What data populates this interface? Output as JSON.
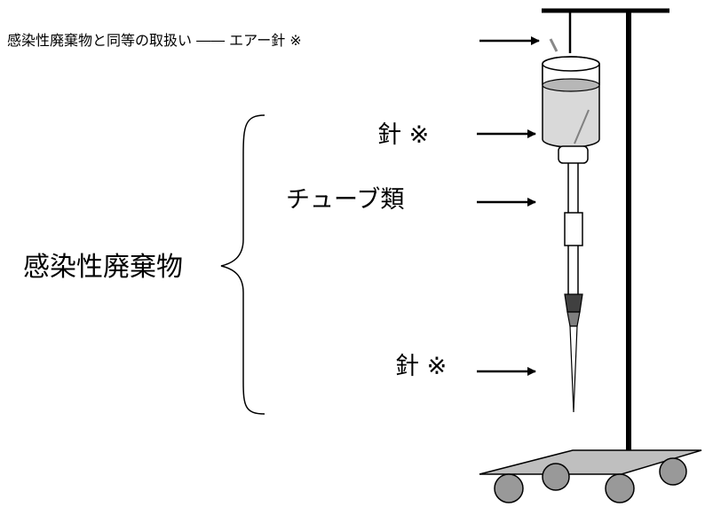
{
  "labels": {
    "air_needle_note": "感染性廃棄物と同等の取扱い ―― エアー針 ※",
    "needle_top": "針 ※",
    "tubes": "チューブ類",
    "infectious_waste": "感染性廃棄物",
    "needle_bottom": "針 ※"
  },
  "colors": {
    "line": "#000000",
    "bottle_body": "#d9d9d9",
    "liquid": "#b7b7b7",
    "platform": "#bfbfbf",
    "wheel": "#999999",
    "connector": "#595959"
  },
  "icons": {
    "stand": "iv-stand-icon",
    "bottle": "iv-bottle-icon",
    "wheel": "caster-wheel-icon"
  }
}
